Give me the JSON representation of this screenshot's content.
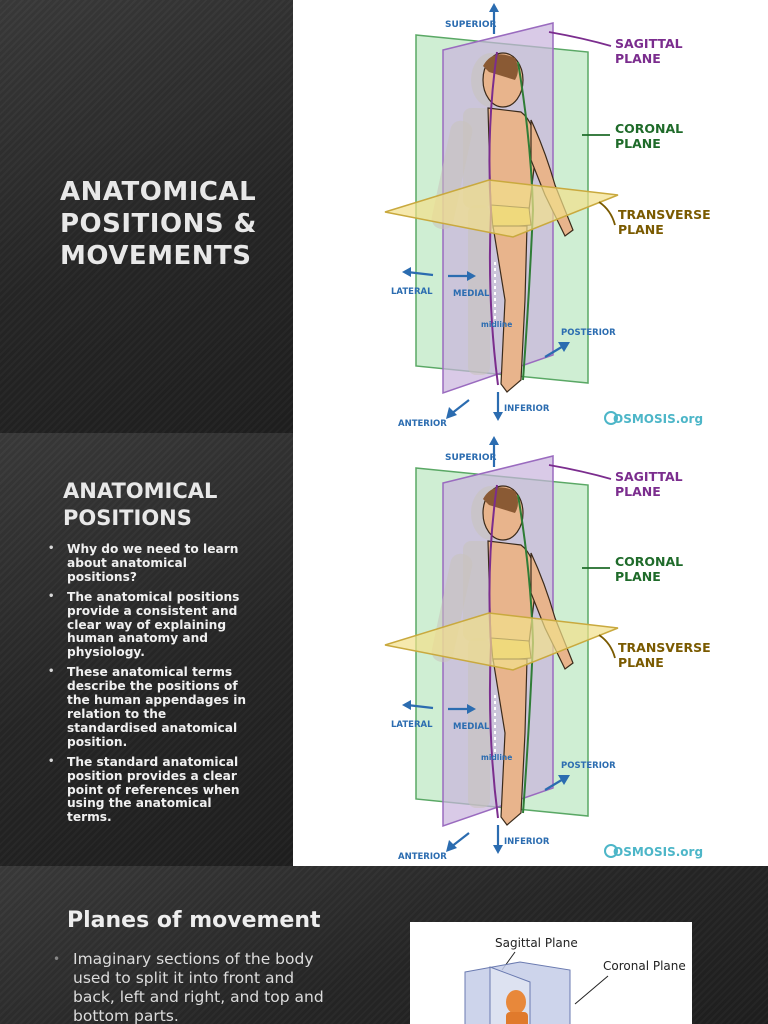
{
  "slide1": {
    "title": "ANATOMICAL POSITIONS & MOVEMENTS",
    "figure": {
      "superior": "SUPERIOR",
      "sagittal_1": "SAGITTAL",
      "sagittal_2": "PLANE",
      "coronal_1": "CORONAL",
      "coronal_2": "PLANE",
      "transverse_1": "TRANSVERSE",
      "transverse_2": "PLANE",
      "lateral": "LATERAL",
      "medial": "MEDIAL",
      "midline": "midline",
      "posterior": "POSTERIOR",
      "inferior": "INFERIOR",
      "anterior": "ANTERIOR",
      "logo": "OSMOSIS.org"
    }
  },
  "slide2": {
    "title": "ANATOMICAL POSITIONS",
    "bullets": [
      "Why do we need to learn about anatomical positions?",
      "The anatomical positions provide a consistent and clear way of explaining human anatomy and physiology.",
      "These anatomical terms describe the positions of the human appendages in relation to the standardised anatomical position.",
      "The standard anatomical position provides a clear point of references when using the anatomical terms."
    ],
    "bullet_glyph": "•",
    "figure": {
      "superior": "SUPERIOR",
      "sagittal_1": "SAGITTAL",
      "sagittal_2": "PLANE",
      "coronal_1": "CORONAL",
      "coronal_2": "PLANE",
      "transverse_1": "TRANSVERSE",
      "transverse_2": "PLANE",
      "lateral": "LATERAL",
      "medial": "MEDIAL",
      "midline": "midline",
      "posterior": "POSTERIOR",
      "inferior": "INFERIOR",
      "anterior": "ANTERIOR",
      "logo": "OSMOSIS.org"
    }
  },
  "slide3": {
    "title": "Planes of movement",
    "body": "Imaginary sections of the body used to split it into front and back, left and right, and top and bottom parts.",
    "bullet_glyph": "•",
    "figure": {
      "sagittal": "Sagittal Plane",
      "coronal": "Coronal Plane"
    }
  },
  "colors": {
    "sagittal": "#7b2d8e",
    "coronal": "#1f6b2a",
    "transverse": "#7a5a00",
    "arrow": "#2b6cb0",
    "logo": "#4db6c8"
  }
}
